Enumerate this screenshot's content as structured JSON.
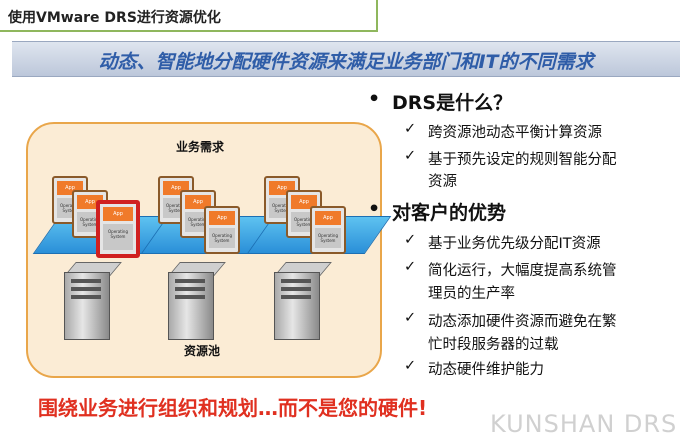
{
  "title": "使用VMware DRS进行资源优化",
  "banner": "动态、智能地分配硬件资源来满足业务部门和IT的不同需求",
  "diagram": {
    "top_label": "业务需求",
    "bottom_label": "资源池",
    "vm_app": "App",
    "vm_os": "Operating System"
  },
  "section1": {
    "heading": "DRS是什么？",
    "items": [
      "跨资源池动态平衡计算资源",
      "基于预先设定的规则智能分配",
      "资源"
    ]
  },
  "section2": {
    "heading": "对客户的优势",
    "items": [
      "基于业务优先级分配IT资源",
      "简化运行，大幅度提高系统管",
      "理员的生产率",
      "动态添加硬件资源而避免在繁",
      "忙时段服务器的过载",
      "动态硬件维护能力"
    ]
  },
  "bullet_char": "•",
  "check_char": "✓",
  "footer": "围绕业务进行组织和规划…而不是您的硬件!",
  "watermark": "KUNSHAN DRS",
  "colors": {
    "accent_blue": "#2f5da8",
    "footer_red": "#e03020",
    "title_border": "#8fb75d",
    "diagram_border": "#e9a64a"
  }
}
